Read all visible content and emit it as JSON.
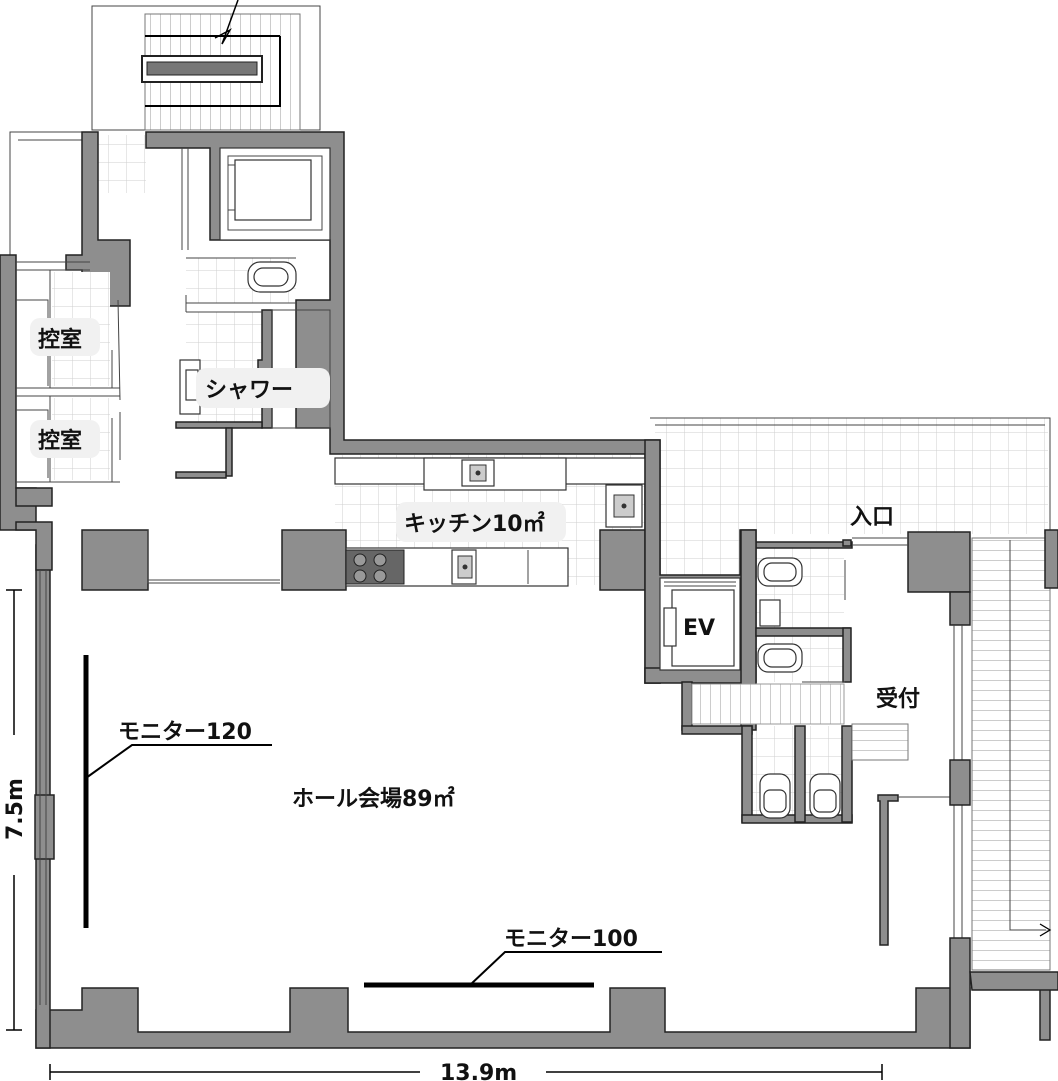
{
  "rooms": {
    "control_room_1": "控室",
    "control_room_2": "控室",
    "shower": "シャワー",
    "kitchen": "キッチン10㎡",
    "elevator": "EV",
    "entrance": "入口",
    "reception": "受付",
    "hall": "ホール会場89㎡"
  },
  "equipment": {
    "monitor_left": "モニター120",
    "monitor_bottom": "モニター100"
  },
  "dimensions": {
    "height": "7.5m",
    "width": "13.9m"
  },
  "colors": {
    "wall": "#8e8e8e",
    "tile_line": "#d0d0d0",
    "label_bg": "#f1f1f1"
  }
}
